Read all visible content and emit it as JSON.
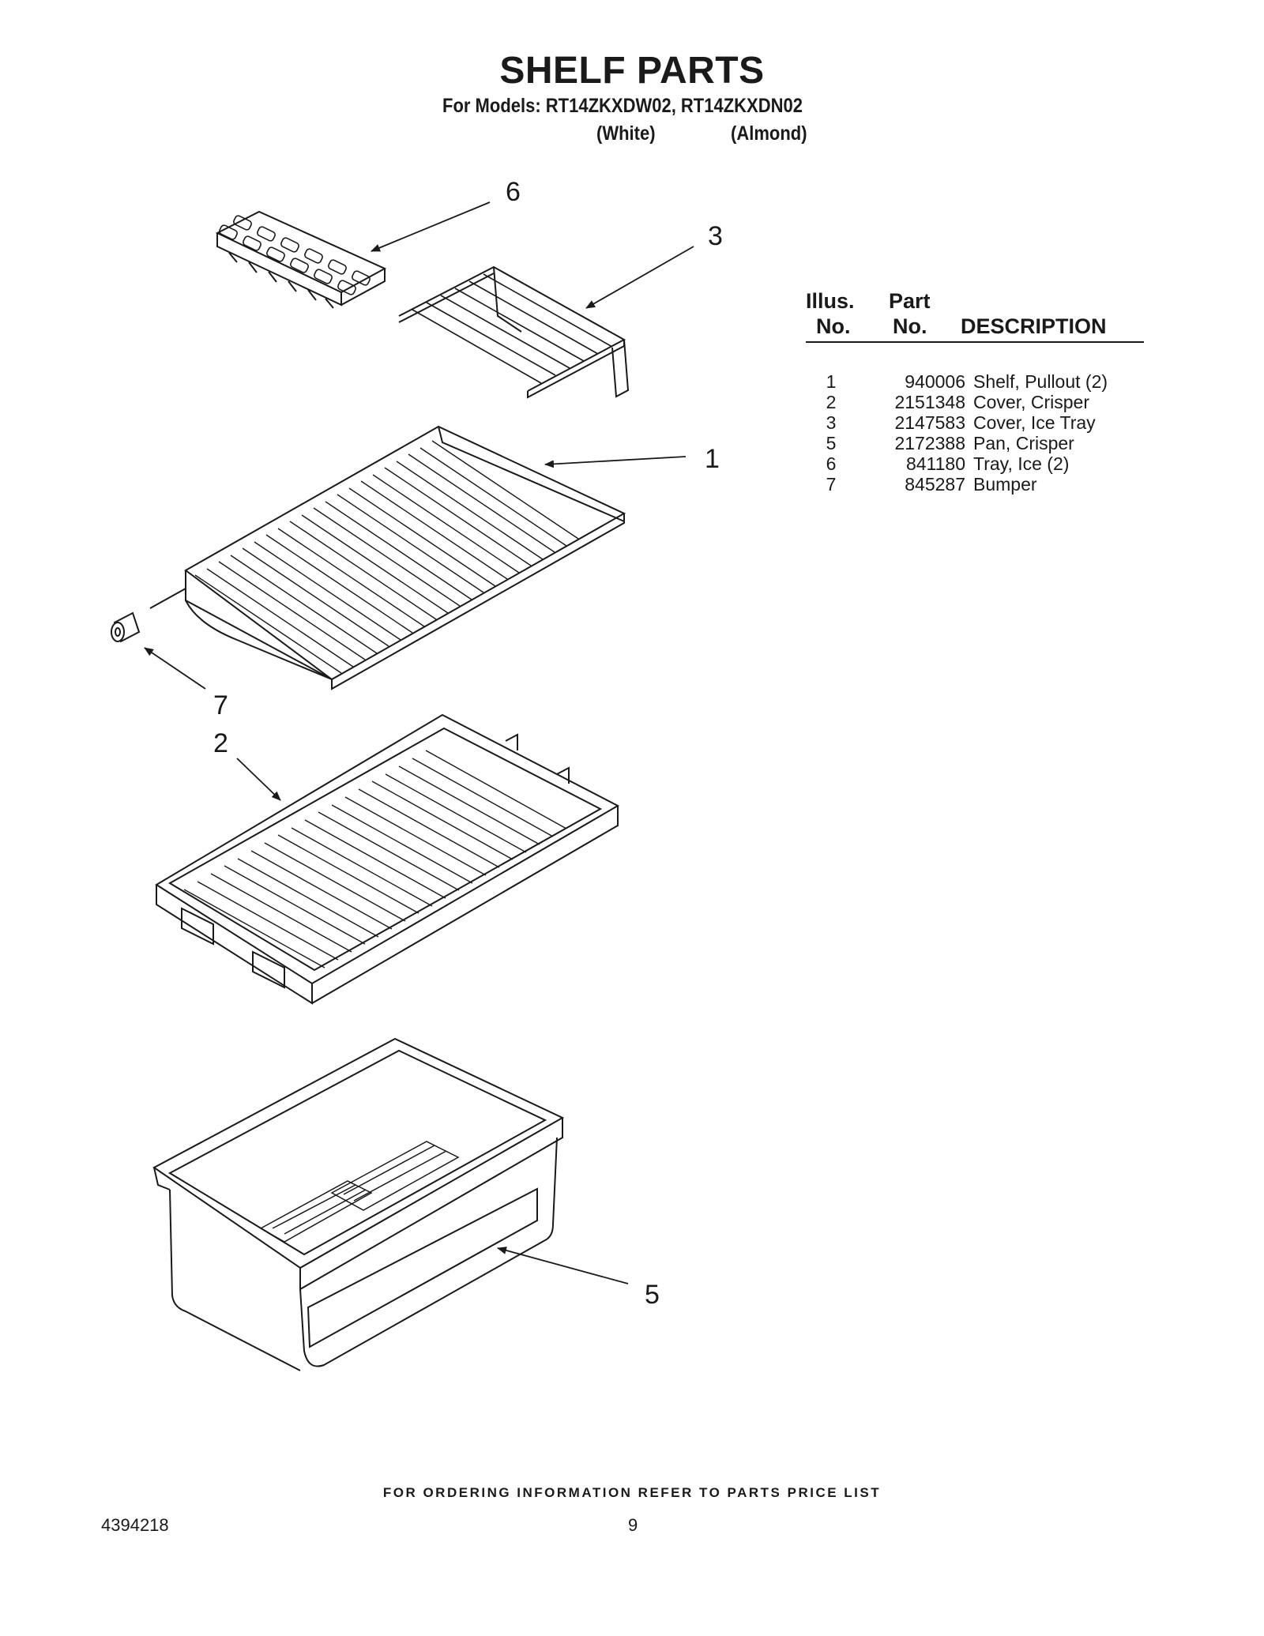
{
  "header": {
    "title": "SHELF PARTS",
    "models_line": "For Models: RT14ZKXDW02, RT14ZKXDN02",
    "variant_white": "(White)",
    "variant_almond": "(Almond)"
  },
  "callouts": [
    "6",
    "3",
    "1",
    "7",
    "2",
    "5"
  ],
  "parts_table": {
    "headers": {
      "illus_line1": "Illus.",
      "illus_line2": "No.",
      "part_line1": "Part",
      "part_line2": "No.",
      "description": "DESCRIPTION"
    },
    "rows": [
      {
        "illus": "1",
        "part": "940006",
        "description": "Shelf, Pullout (2)"
      },
      {
        "illus": "2",
        "part": "2151348",
        "description": "Cover, Crisper"
      },
      {
        "illus": "3",
        "part": "2147583",
        "description": "Cover, Ice Tray"
      },
      {
        "illus": "5",
        "part": "2172388",
        "description": "Pan, Crisper"
      },
      {
        "illus": "6",
        "part": "841180",
        "description": "Tray, Ice (2)"
      },
      {
        "illus": "7",
        "part": "845287",
        "description": "Bumper"
      }
    ]
  },
  "footer": {
    "note": "FOR ORDERING INFORMATION REFER TO PARTS PRICE LIST",
    "doc_number": "4394218",
    "page_number": "9"
  }
}
